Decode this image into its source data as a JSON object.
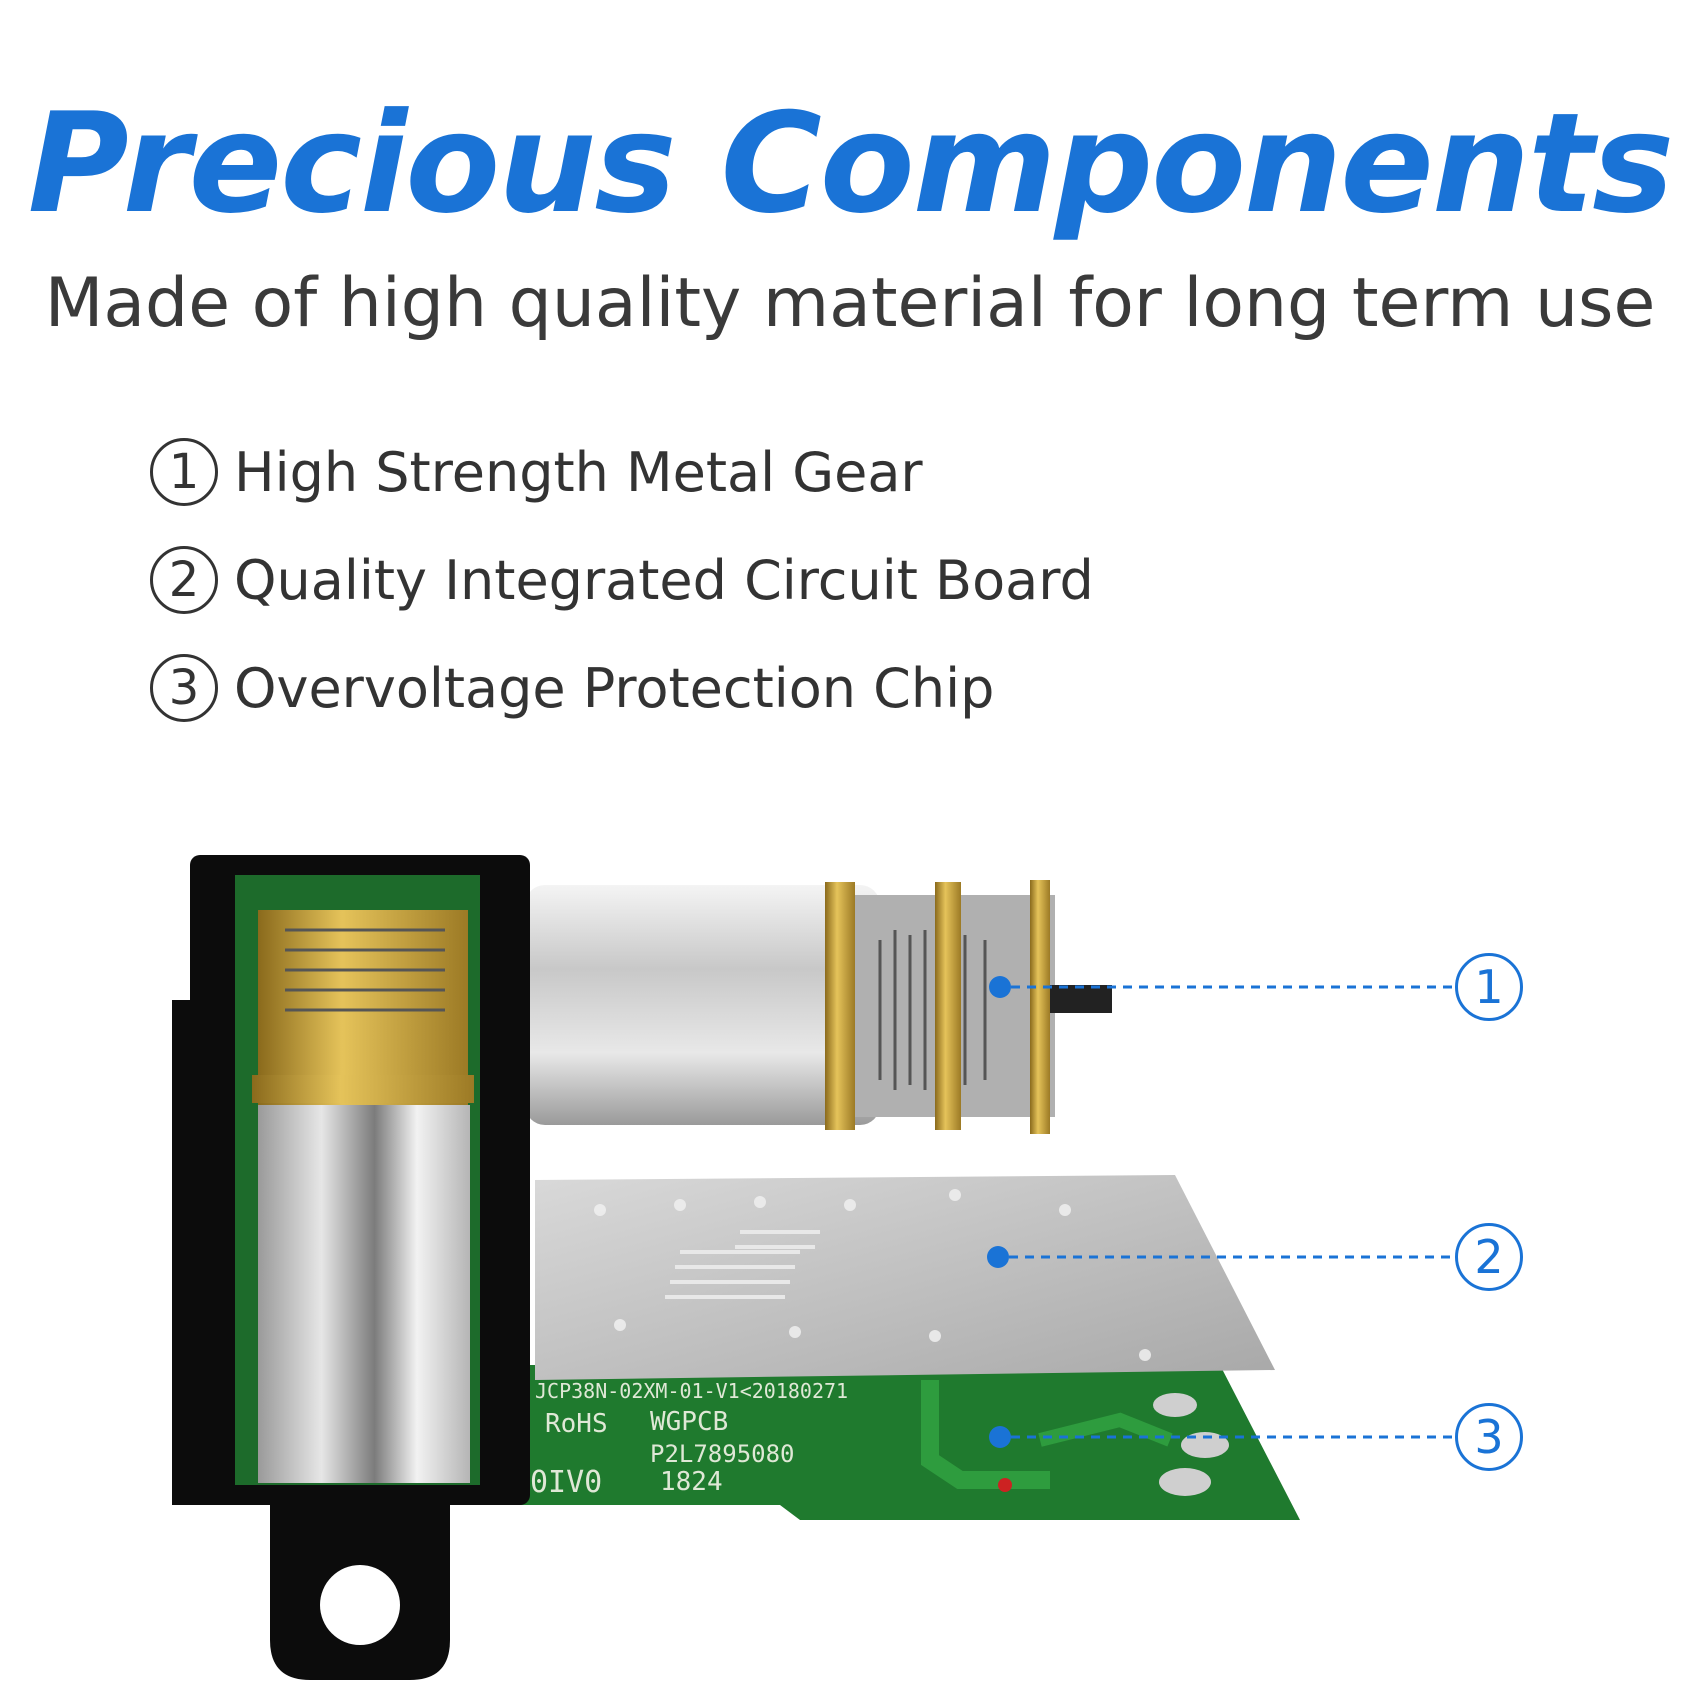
{
  "header": {
    "title": "Precious Components",
    "subtitle": "Made of high quality material for long term use"
  },
  "features": [
    {
      "number": "1",
      "label": "High Strength Metal Gear"
    },
    {
      "number": "2",
      "label": "Quality Integrated Circuit Board"
    },
    {
      "number": "3",
      "label": "Overvoltage Protection Chip"
    }
  ],
  "callouts": [
    "1",
    "2",
    "3"
  ],
  "pcb_markings": {
    "line1": "JCP38N-02XM-01-V1<20180271",
    "line2": "WGPCB",
    "line3": "RoHS",
    "line4": "P2L7895080",
    "line5": "1824",
    "line6": "0IV0"
  },
  "colors": {
    "accent": "#1a73d6",
    "text": "#333333",
    "pcb_green": "#1f7a2e",
    "gold": "#c9a237"
  }
}
